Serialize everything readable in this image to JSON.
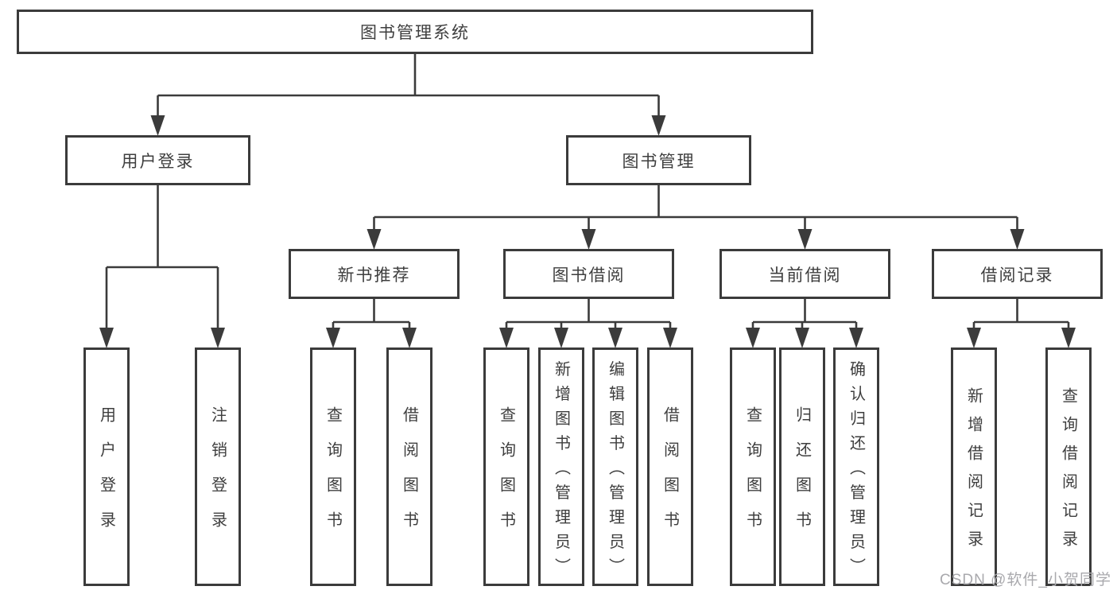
{
  "diagram_title": "图书管理系统",
  "tree": {
    "id": "library-system",
    "label": "图书管理系统",
    "children": [
      {
        "id": "user-login",
        "label": "用户登录",
        "children": [
          {
            "id": "user-login-action",
            "label": "用户登录"
          },
          {
            "id": "logout-action",
            "label": "注销登录"
          }
        ]
      },
      {
        "id": "book-management",
        "label": "图书管理",
        "children": [
          {
            "id": "new-book-recommend",
            "label": "新书推荐",
            "children": [
              {
                "id": "query-books-1",
                "label": "查询图书"
              },
              {
                "id": "borrow-books-1",
                "label": "借阅图书"
              }
            ]
          },
          {
            "id": "book-borrowing",
            "label": "图书借阅",
            "children": [
              {
                "id": "query-books-2",
                "label": "查询图书"
              },
              {
                "id": "add-book-admin",
                "label": "新增图书（管理员）"
              },
              {
                "id": "edit-book-admin",
                "label": "编辑图书（管理员）"
              },
              {
                "id": "borrow-books-2",
                "label": "借阅图书"
              }
            ]
          },
          {
            "id": "current-borrowing",
            "label": "当前借阅",
            "children": [
              {
                "id": "query-books-3",
                "label": "查询图书"
              },
              {
                "id": "return-books",
                "label": "归还图书"
              },
              {
                "id": "confirm-return-admin",
                "label": "确认归还（管理员）"
              }
            ]
          },
          {
            "id": "borrowing-records",
            "label": "借阅记录",
            "children": [
              {
                "id": "add-borrow-record",
                "label": "新增借阅记录"
              },
              {
                "id": "query-borrow-record",
                "label": "查询借阅记录"
              }
            ]
          }
        ]
      }
    ]
  },
  "watermark": "CSDN @软件_小贺同学",
  "colors": {
    "line": "#3b3b3b",
    "box_border": "#3b3b3b",
    "text": "#3e3e3e",
    "background": "#ffffff",
    "watermark": "#a9a9ad"
  }
}
